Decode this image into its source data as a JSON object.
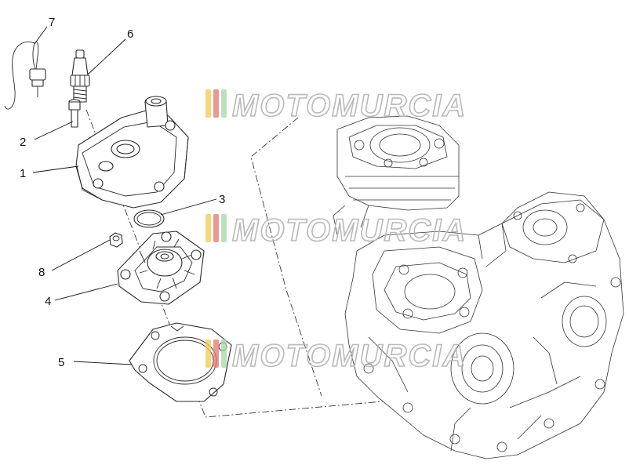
{
  "callouts": [
    {
      "id": "1",
      "label": "1"
    },
    {
      "id": "2",
      "label": "2"
    },
    {
      "id": "3",
      "label": "3"
    },
    {
      "id": "4",
      "label": "4"
    },
    {
      "id": "5",
      "label": "5"
    },
    {
      "id": "6",
      "label": "6"
    },
    {
      "id": "7",
      "label": "7"
    },
    {
      "id": "8",
      "label": "8"
    }
  ],
  "watermark": {
    "text": "MOTOMURCIA",
    "stripe_colors": [
      "#f2c94c",
      "#e57373",
      "#a5d6a7"
    ],
    "outline_color": "#b9b9b9"
  }
}
